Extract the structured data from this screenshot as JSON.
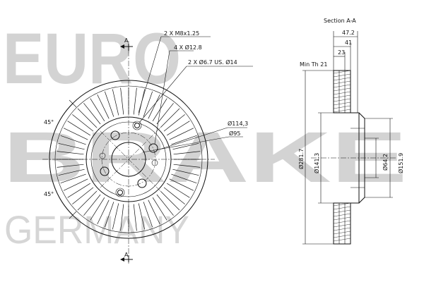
{
  "watermark": {
    "line1": "EURO",
    "line2": "BRAKE",
    "line3": "GERMANY"
  },
  "section": {
    "title": "Section A-A",
    "marker_top": "A",
    "marker_bottom": "A"
  },
  "front_view": {
    "callouts": {
      "threaded_holes": "2 X M8x1.25",
      "bolt_holes": "4 X Ø12.8",
      "small_holes": "2 X Ø6.7 US. Ø14",
      "pcd": "Ø114,3",
      "centre_bore": "Ø95"
    },
    "angles": {
      "upper": "45°",
      "lower": "45°"
    }
  },
  "side_view": {
    "total_width": "47.2",
    "dim_41": "41",
    "dim_23": "23",
    "min_thickness": "Min Th 21",
    "outer_diameter": "Ø281.7",
    "friction_inner_diameter": "Ø141.3",
    "hub_diameter": "Ø151.9",
    "bore_diameter": "Ø64.2"
  },
  "colors": {
    "line": "#111111",
    "watermark": "#d3d3d3",
    "background": "#ffffff"
  }
}
